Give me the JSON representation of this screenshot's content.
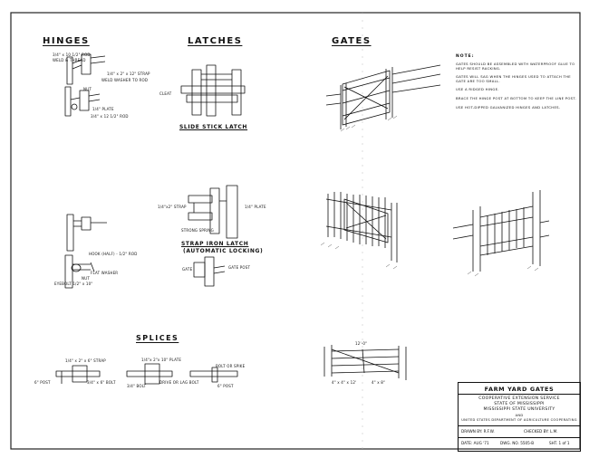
{
  "headings": {
    "hinges": "HINGES",
    "latches": "LATCHES",
    "gates": "GATES",
    "splices": "SPLICES"
  },
  "hinge_labels": [
    "3/4\" x 10 1/2\" ROD",
    "WELD & THREAD",
    "1/4\" x 2\" x 12\" STRAP",
    "WELD WASHER TO ROD",
    "NUT",
    "1/4\" PLATE",
    "3/4\" x 12 1/2\" ROD",
    "HOOK (HALF) - 1/2\" ROD",
    "FLAT WASHER",
    "NUT",
    "EYEBOLT 1/2\" x 10\""
  ],
  "latch_labels": {
    "cleat": "CLEAT",
    "slide": "SLIDE STICK LATCH",
    "strap": "1/4\"x2\" STRAP",
    "plate": "1/4\" PLATE",
    "spring": "STRONG SPRING",
    "strap_title": "STRAP IRON LATCH",
    "strap_sub": "(AUTOMATIC LOCKING)",
    "gate": "GATE",
    "post": "GATE POST"
  },
  "splice_labels": [
    "1/4\" x 2\" x 6\" STRAP",
    "6\" POST",
    "3/4\" x 6\" BOLT",
    "1/4\"x 2\"x 10\" PLATE",
    "3/4\" BOLT",
    "DRIVE OR LAG BOLT",
    "BOLT OR SPIKE",
    "6\" POST"
  ],
  "gate_labels": {
    "dim1": "12'-0\"",
    "dim2": "4\" x 4\" x 12'",
    "dim3": "4\" x 8\""
  },
  "notes": {
    "title": "NOTE:",
    "items": [
      "Gates should be assembled with waterproof glue to help resist racking.",
      "Gates will sag when the hinges used to attach the gate are too small.",
      "Use a ridged hinge.",
      "Brace the hinge post at bottom to keep the line post.",
      "Use hot-dipped galvanized hinges and latches."
    ]
  },
  "title_block": {
    "title": "FARM YARD GATES",
    "org1": "COOPERATIVE EXTENSION SERVICE",
    "org2": "STATE OF MISSISSIPPI",
    "org3": "MISSISSIPPI STATE UNIVERSITY",
    "and": "AND",
    "org4": "UNITED STATES DEPARTMENT OF AGRICULTURE COOPERATING",
    "drawn": "DRAWN BY: R.F.W.",
    "checked": "CHECKED BY: L.M.",
    "date": "DATE: AUG '71",
    "dwg": "DWG. NO. 5505-B",
    "sheet": "SHT. 1 of 1"
  }
}
